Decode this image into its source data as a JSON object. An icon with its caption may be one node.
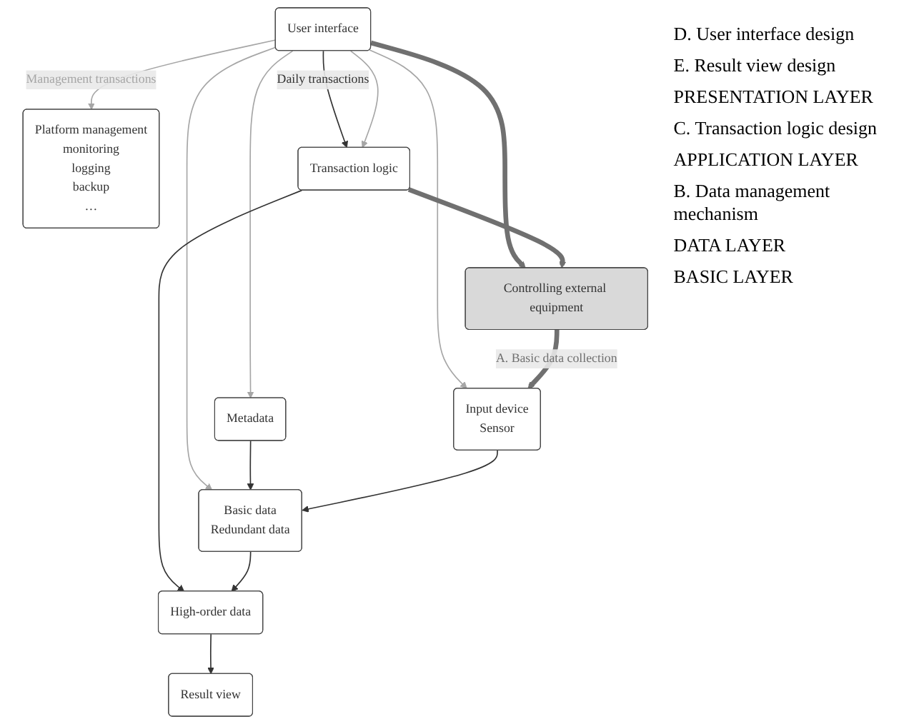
{
  "diagram": {
    "nodes": [
      {
        "text": [
          "User interface"
        ]
      },
      {
        "text": [
          "Result view"
        ]
      },
      {
        "text": [
          "Platform management",
          "monitoring",
          "logging",
          "backup",
          "…"
        ]
      },
      {
        "text": [
          "High-order data"
        ]
      },
      {
        "text": [
          "Transaction logic"
        ]
      },
      {
        "text": [
          "Basic data",
          "Redundant data"
        ]
      },
      {
        "text": [
          "Metadata"
        ]
      },
      {
        "text": [
          "Input device",
          "Sensor"
        ]
      },
      {
        "text": [
          "Controlling external equipment"
        ]
      }
    ],
    "edges": [
      {
        "from": 0,
        "to": 2,
        "arrow": "to",
        "label": "Management transactions",
        "color": "#a6a6a6"
      },
      {
        "from": 0,
        "to": 4,
        "arrow": "to",
        "label": "Daily transactions"
      },
      {
        "from": 0,
        "to": 4,
        "arrow": "to",
        "color": "#a6a6a6"
      },
      {
        "from": 0,
        "to": 5,
        "arrow": "to",
        "color": "#a6a6a6"
      },
      {
        "from": 0,
        "to": 6,
        "arrow": "to",
        "color": "#a6a6a6"
      },
      {
        "from": 0,
        "to": 7,
        "arrow": "to",
        "color": "#a6a6a6"
      },
      {
        "from": 0,
        "to": 8,
        "arrow": "to",
        "style": "thick",
        "color": "#707070"
      },
      {
        "from": 4,
        "to": 3,
        "arrow": "to"
      },
      {
        "from": 5,
        "to": 3,
        "arrow": "to"
      },
      {
        "from": 3,
        "to": 1,
        "arrow": "to"
      },
      {
        "from": 6,
        "to": 5,
        "arrow": "to"
      },
      {
        "from": 7,
        "to": 5,
        "arrow": "to"
      },
      {
        "from": 4,
        "to": 8,
        "arrow": "to",
        "style": "thick",
        "color": "#707070"
      },
      {
        "from": 8,
        "to": 7,
        "arrow": "to",
        "label": "A. Basic data collection",
        "style": "thick",
        "color": "#707070"
      }
    ],
    "labels": [
      "D. User interface design",
      "E. Result view design",
      "PRESENTATION LAYER",
      "C. Transaction logic design",
      "APPLICATION LAYER",
      "B. Data management mechanism",
      "DATA LAYER",
      "BASIC LAYER"
    ]
  }
}
